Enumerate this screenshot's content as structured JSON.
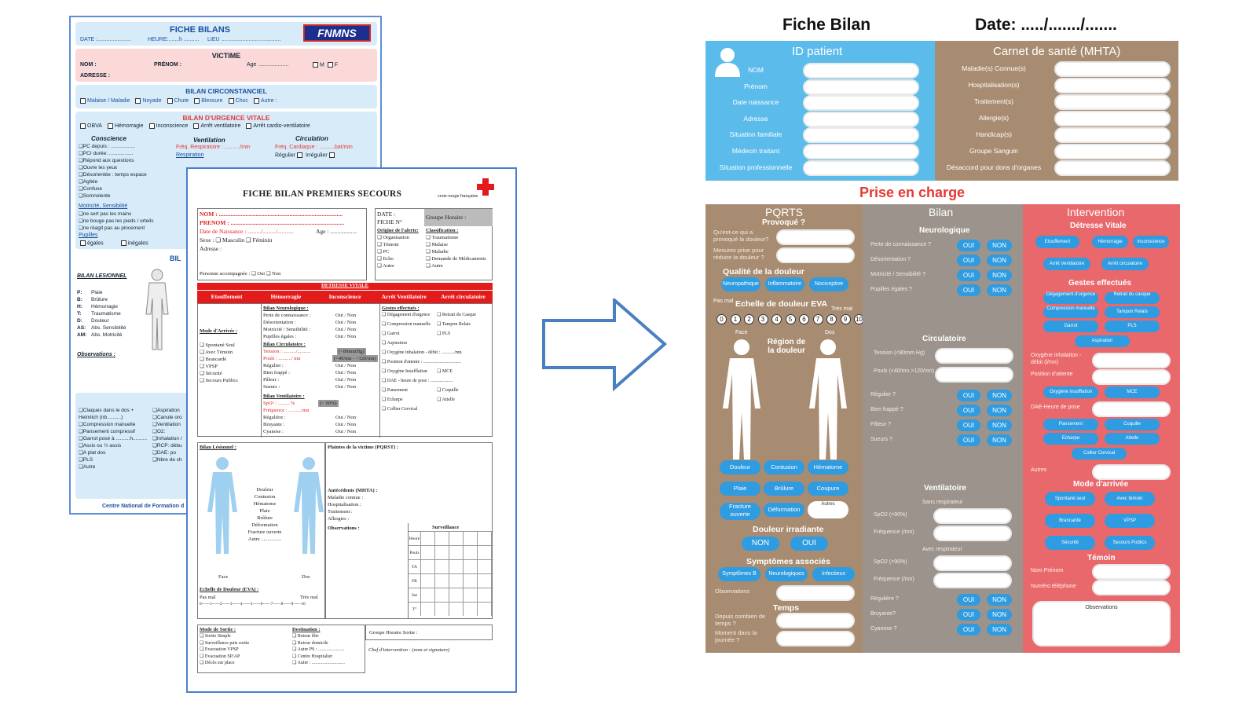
{
  "fnmns": {
    "title": "FICHE BILANS",
    "logo": "FNMNS",
    "date": "DATE :......................",
    "heure": "HEURE:.......h ..........",
    "lieu": "LIEU .......................................",
    "victime": "VICTIME",
    "nom": "NOM :",
    "prenom": "PRÉNOM :",
    "age": "Age ....................",
    "m": "M",
    "f": "F",
    "adresse": "ADRESSE :",
    "circ_title": "BILAN CIRCONSTANCIEL",
    "circ_items": [
      "Malaise / Maladie",
      "Noyade",
      "Chute",
      "Blessure",
      "Choc",
      "Autre :"
    ],
    "urg_title": "BILAN D'URGENCE VITALE",
    "urg_items": [
      "OBVA",
      "Hémorragie",
      "Inconscience",
      "Arrêt ventilatoire",
      "Arrêt cardio-ventilatoire"
    ],
    "conscience": "Conscience",
    "ventilation": "Ventilation",
    "circulation": "Circulation",
    "conscience_items": [
      "PC depuis : .................",
      "PCI durée: .................",
      "Répond aux questions",
      "Ouvre les yeux",
      "Désorientée : temps espace",
      "Agitée",
      "Confuse",
      "Somnolente"
    ],
    "freq_resp": "Fréq. Respiratoire : ........../min",
    "respiration": "Respiration",
    "freq_card": "Fréq. Cardiaque : ..........bat/min",
    "regulier": "Régulier",
    "irregulier": "Irrégulier",
    "motricite": "Motricité, Sensibilité",
    "mot_items": [
      "ne sert pas les mains",
      "ne bouge pas les pieds / orteils",
      "ne réagit pas au pincement"
    ],
    "pupilles": "Pupilles",
    "egales": "égales",
    "inegales": "inégales",
    "bil": "BIL",
    "lesionnel": "BILAN LESIONNEL",
    "legend": [
      [
        "P:",
        "Plaie"
      ],
      [
        "B:",
        "Brûlure"
      ],
      [
        "H:",
        "Hémorragie"
      ],
      [
        "T:",
        "Traumatisme"
      ],
      [
        "D:",
        "Douleur"
      ],
      [
        "AS:",
        "Abs. Sensibilité"
      ],
      [
        "AM:",
        "Abs. Motricité"
      ]
    ],
    "observations": "Observations :",
    "gestes_left": [
      "Claques dans le dos + Heimlich (nb..........)",
      "Compression manuelle",
      "Pansement compressif",
      "Garrot posé à ..........h..........",
      "Assis ou ½ assis",
      "A plat dos",
      "PLS",
      "Autre"
    ],
    "gestes_right": [
      "Aspiration",
      "Canule oro",
      "Ventilation",
      "O2:",
      "Inhalation /",
      "RCP: débu",
      "DAE: po",
      "Nbre de ch"
    ],
    "footer": "Centre National de Formation d"
  },
  "crf": {
    "title": "FICHE BILAN PREMIERS SECOURS",
    "org": "croix-rouge française",
    "nom": "NOM : ....................................................................................",
    "prenom": "PRENOM : .............................................................................",
    "naissance": "Date de Naissance : ........./........./...........",
    "age": "Age : ..................",
    "sexe": "Sexe :",
    "masculin": "Masculin",
    "feminin": "Féminin",
    "adresse": "Adresse :",
    "accomp": "Personne accompagnée :",
    "oui": "Oui",
    "non": "Non",
    "date": "DATE :",
    "fiche": "FICHE N°",
    "groupe": "Groupe Horaire :",
    "origine": "Origine de l'alerte:",
    "origine_items": [
      "Organisation",
      "Témoin",
      "PC",
      "Echo",
      "Autre"
    ],
    "classif": "Classification :",
    "classif_items": [
      "Traumatisme",
      "Malaise",
      "Maladie",
      "Demande de Médicaments",
      "Autre"
    ],
    "detresse": "DETRESSE VITALE",
    "detresse_cols": [
      "Etouffement",
      "Hémorragie",
      "Inconscience",
      "Arrêt Ventilatoire",
      "Arrêt circulatoire"
    ],
    "mode_arr": "Mode d'Arrivée :",
    "mode_items": [
      "Spontané Seul",
      "Avec Témoin",
      "Brancardé",
      "VPSP",
      "Sécurité",
      "Secours Publics"
    ],
    "neuro": "Bilan Neurologique :",
    "neuro_items": [
      "Perte de connaissance :",
      "Désorientation :",
      "Motricité / Sensibilité :",
      "Pupilles égales :"
    ],
    "ouinon": "Oui / Non",
    "circ": "Bilan Circulatoire :",
    "tension": "Tension : ........../..........",
    "tension_ref": "(<80mmHg)",
    "pouls": "Pouls : ........../ mn",
    "pouls_ref": "(<40/mn - >120/mn)",
    "circ_items": [
      "Régulier :",
      "Bien frappé :",
      "Pâleur :",
      "Sueurs :"
    ],
    "vent": "Bilan Ventilatoire :",
    "spo2": "SpO² : ..........%",
    "spo2_ref": "(< 90%)",
    "freq": "Fréquence : ........../mn",
    "vent_items": [
      "Régulière :",
      "Bruyante :",
      "Cyanose :"
    ],
    "gestes": "Gestes effectués :",
    "gestes_items": [
      "Dégagement d'urgence",
      "Retrait du Casque",
      "Compression manuelle",
      "Tampon Relais",
      "Garrot",
      "PLS",
      "Aspiration",
      "Oxygène inhalation - débit : .........../mn",
      "Position d'attente : ................................",
      "Oxygène Insufflation",
      "MCE",
      "DAE - heure de pose : ...................",
      "Pansement",
      "Coquille",
      "Echarpe",
      "Attelle",
      "Collier Cervical"
    ],
    "lesionnel": "Bilan Lésionnel :",
    "lesions": [
      "Douleur",
      "Contusion",
      "Hématome",
      "Plaie",
      "Brûlure",
      "Déformation",
      "Fracture ouverte",
      "Autre ................"
    ],
    "face": "Face",
    "dos": "Dos",
    "plaintes": "Plaintes de la victime (PQRST) :",
    "atcd": "Antécédents (MHTA) :",
    "atcd_items": [
      "Maladie connue :",
      "Hospitalisation :",
      "Traitement :",
      "Allergies :"
    ],
    "observations": "Observations :",
    "surveillance": "Surveillance",
    "surv_rows": [
      "Heure",
      "Pouls",
      "TA",
      "FR",
      "Sat",
      "T°"
    ],
    "eva": "Echelle de Douleur (EVA) :",
    "pasmal": "Pas mal",
    "tresmal": "Très mal",
    "eva_scale": "0------1------2------3------4------5------6------7------8------9------10",
    "sortie": "Mode de Sortie :",
    "sortie_items": [
      "Sortie Simple",
      "Surveillance puis sortie",
      "Evacuation VPSP",
      "Evacuation SP/AP",
      "Décès sur place"
    ],
    "dest": "Destination :",
    "dest_items": [
      "Retour fête",
      "Retour domicile",
      "Autre PS : ......................",
      "Centre Hospitalier",
      "Autre : ............................"
    ],
    "groupe_sortie": "Groupe Horaire Sortie :",
    "chef": "Chef d'intervention : (nom et signature)"
  },
  "fiche": {
    "title": "Fiche Bilan",
    "date": "Date: ...../......./.......",
    "id_title": "ID patient",
    "id_fields": [
      "NOM",
      "Prénom",
      "Date naissance",
      "Adresse",
      "Situation familiale",
      "Médecin traitant",
      "Situation professionnelle"
    ],
    "carnet_title": "Carnet de santé (MHTA)",
    "carnet_fields": [
      "Maladie(s) Connue(s)",
      "Hospitalisation(s)",
      "Traitement(s)",
      "Allergie(s)",
      "Handicap(s)",
      "Groupe Sanguin",
      "Désaccord pour dons d'organes"
    ],
    "prise": "Prise en charge",
    "pqrst": {
      "title": "PQRTS",
      "provoque": "Provoqué ?",
      "q1": "Qu'est-ce qui a provoqué la douleur?",
      "q2": "Mesures prise pour réduire la douleur ?",
      "qualite": "Qualité de la douleur",
      "qualite_items": [
        "Neuropathique",
        "Inflammatoire",
        "Nociceptive"
      ],
      "eva": "Echelle de douleur EVA",
      "pasmal": "Pas mal",
      "tresmal": "Très mal",
      "eva_nums": [
        "0",
        "1",
        "2",
        "3",
        "4",
        "5",
        "6",
        "7",
        "8",
        "9",
        "10"
      ],
      "face": "Face",
      "dos": "Dos",
      "region": "Région de la douleur",
      "lesions": [
        "Douleur",
        "Contusion",
        "Hématome",
        "Plaie",
        "Brûlure",
        "Coupure",
        "Fracture ouverte",
        "Déformation"
      ],
      "autres": "Autres",
      "irradiante": "Douleur irradiante",
      "non": "NON",
      "oui": "OUI",
      "symptomes": "Symptômes associés",
      "sympt_items": [
        "Symptômes B",
        "Neurologiques",
        "Infectieux"
      ],
      "observations": "Observations",
      "temps": "Temps",
      "depuis": "Depuis combien de temps ?",
      "moment": "Moment dans la journée ?"
    },
    "bilan": {
      "title": "Bilan",
      "neuro": "Neurologique",
      "neuro_items": [
        "Perte de connaissance ?",
        "Désorientation ?",
        "Motricité / Sensibilité ?",
        "Pupilles égales ?"
      ],
      "oui": "OUI",
      "non": "NON",
      "circ": "Circulatoire",
      "tension": "Tension (<80mm Hg)",
      "pouls": "Pouls (<40/mn,>120/mn)",
      "circ_items": [
        "Régulier ?",
        "Bien frappé ?",
        "Pâleur ?",
        "Sueurs ?"
      ],
      "vent": "Ventilatoire",
      "sans": "Sans respirateur",
      "avec": "Avec respirateur",
      "spo2": "SpO2 (<90%)",
      "freq": "Fréquence (/mn)",
      "vent_items": [
        "Régulière ?",
        "Bruyante?",
        "Cyanose ?"
      ]
    },
    "interv": {
      "title": "Intervention",
      "detresse": "Détresse Vitale",
      "detresse_items": [
        "Etouffement",
        "Hémorragie",
        "Inconscience",
        "Arrêt Ventilatoire",
        "Arrêt circulatoire"
      ],
      "gestes": "Gestes effectués",
      "gestes_items": [
        "Dégagement d'urgence",
        "Retrait du casque",
        "Compression manuelle",
        "Tampon Relais",
        "Garrot",
        "PLS",
        "Aspiration"
      ],
      "oxy": "Oxygène inhalation - débit (l/mn)",
      "position": "Position d'attente",
      "oxy_items": [
        "Oxygène insufflation",
        "MCE"
      ],
      "dae": "DAE-Heure de pose",
      "immob": [
        "Pansement",
        "Coquille",
        "Echarpe",
        "Attelle",
        "Collier Cervical"
      ],
      "autres": "Autres",
      "mode": "Mode d'arrivée",
      "mode_items": [
        "Spontané seul",
        "Avec témoin",
        "Brancardé",
        "VPSP",
        "Sécurité",
        "Secours Publics"
      ],
      "temoin": "Témoin",
      "nom": "Nom Prénom",
      "tel": "Numéro téléphone",
      "observations": "Observations"
    }
  },
  "colors": {
    "blue": "#5bbcec",
    "brown": "#a88c71",
    "grey": "#9c948c",
    "red": "#e9686c",
    "pill": "#2f9be0",
    "title_red": "#e53935",
    "arrow": "#4a7fc0"
  }
}
